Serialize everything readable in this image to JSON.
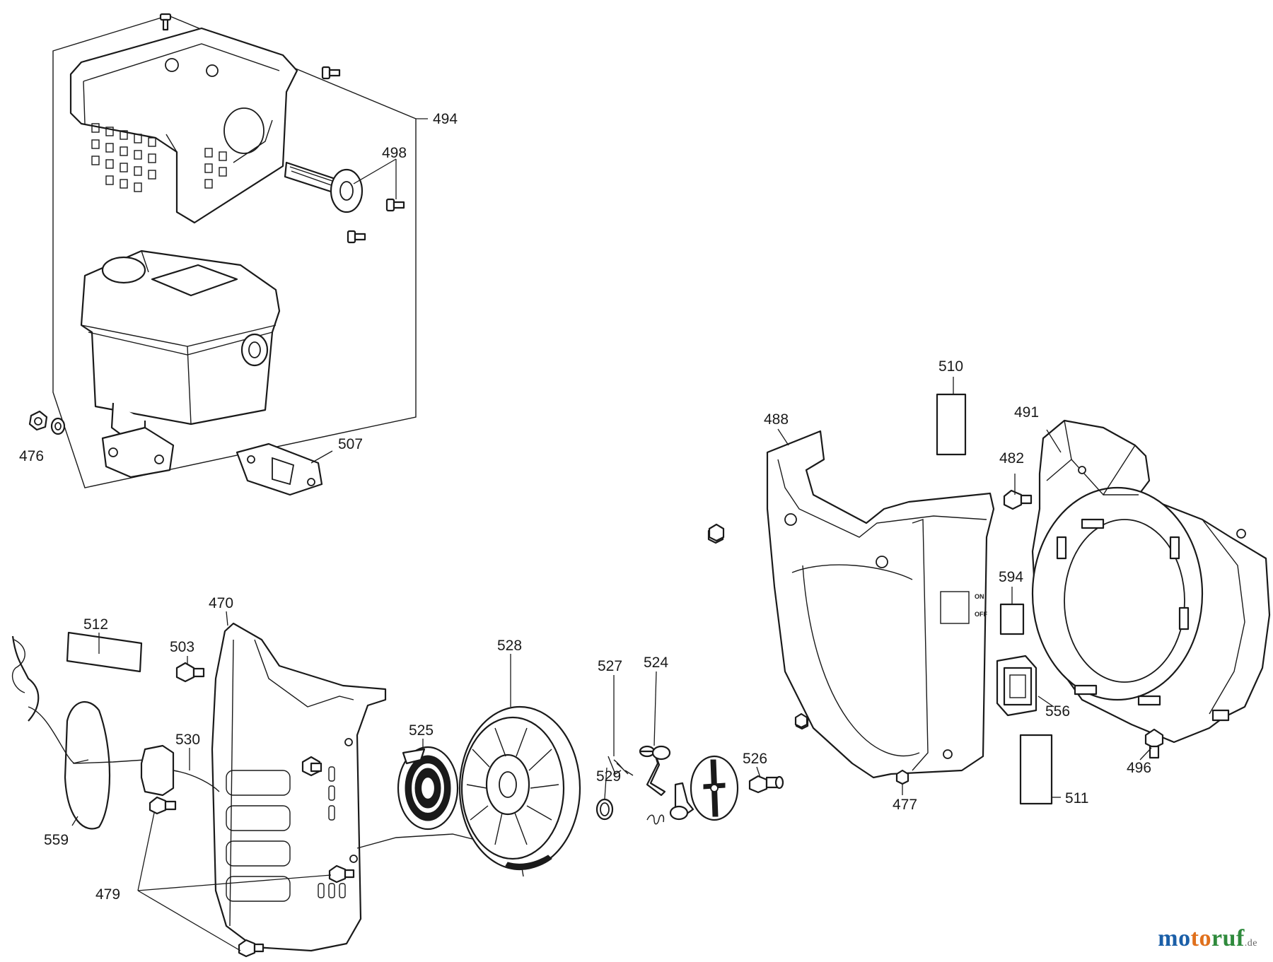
{
  "labels": {
    "p494": "494",
    "p498": "498",
    "p476": "476",
    "p507": "507",
    "p510": "510",
    "p488": "488",
    "p491": "491",
    "p482": "482",
    "p594": "594",
    "p556": "556",
    "p496": "496",
    "p511": "511",
    "p477": "477",
    "p526": "526",
    "p524": "524",
    "p527": "527",
    "p529": "529",
    "p528": "528",
    "p525": "525",
    "p470": "470",
    "p503": "503",
    "p512": "512",
    "p530": "530",
    "p559": "559",
    "p479": "479"
  },
  "switch_labels": {
    "on": "ON",
    "off": "OFF"
  },
  "watermark": {
    "part1": "mo",
    "part2": "to",
    "part3": "ruf",
    "suffix": ".de"
  }
}
